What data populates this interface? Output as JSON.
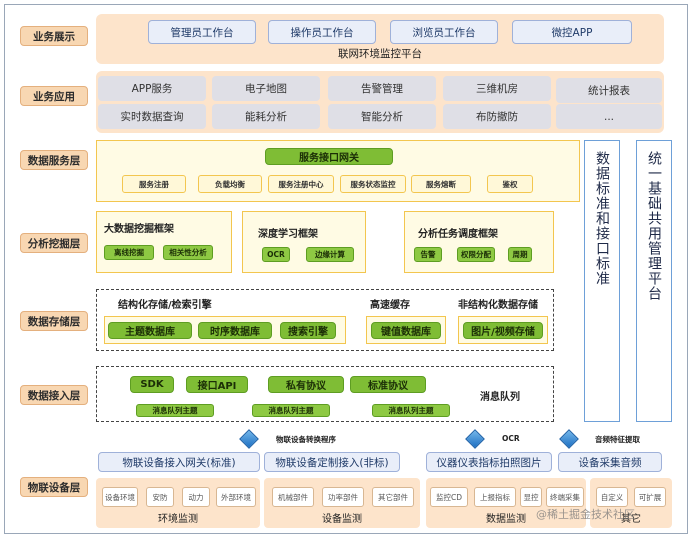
{
  "layers": {
    "business_display": "业务展示",
    "business_app": "业务应用",
    "data_service": "数据服务层",
    "analysis": "分析挖掘层",
    "storage": "数据存储层",
    "access": "数据接入层",
    "iot": "物联设备层"
  },
  "display": {
    "items": [
      "管理员工作台",
      "操作员工作台",
      "浏览员工作台",
      "微控APP"
    ],
    "platform": "联网环境监控平台"
  },
  "apps": {
    "row1": [
      "APP服务",
      "电子地图",
      "告警管理",
      "三维机房",
      "统计报表"
    ],
    "row2": [
      "实时数据查询",
      "能耗分析",
      "智能分析",
      "布防撤防",
      "..."
    ]
  },
  "service": {
    "gateway": "服务接口网关",
    "items": [
      "服务注册",
      "负载均衡",
      "服务注册中心",
      "服务状态监控",
      "服务熔断",
      "鉴权"
    ]
  },
  "analysis": {
    "bigdata": {
      "title": "大数据挖掘框架",
      "items": [
        "离线挖掘",
        "相关性分析"
      ]
    },
    "deep": {
      "title": "深度学习框架",
      "items": [
        "OCR",
        "边缘计算"
      ]
    },
    "task": {
      "title": "分析任务调度框架",
      "items": [
        "告警",
        "权限分配",
        "周期"
      ]
    }
  },
  "storage": {
    "structured_title": "结构化存储/检索引擎",
    "structured_items": [
      "主题数据库",
      "时序数据库",
      "搜索引擎"
    ],
    "cache_title": "高速缓存",
    "cache_item": "键值数据库",
    "unstructured_title": "非结构化数据存储",
    "unstructured_item": "图片/视频存储"
  },
  "access": {
    "items": [
      "SDK",
      "接口API",
      "私有协议",
      "标准协议"
    ],
    "queues": [
      "消息队列主题",
      "消息队列主题",
      "消息队列主题"
    ],
    "queue_label": "消息队列"
  },
  "side": {
    "standard": "数据标准和接口标准",
    "platform": "统一基础共用管理平台"
  },
  "iot": {
    "notes": [
      "物联设备转换程序",
      "OCR",
      "音频特征提取"
    ],
    "gateways": [
      "物联设备接入网关(标准)",
      "物联设备定制接入(非标)",
      "仪器仪表指标拍照图片",
      "设备采集音频"
    ],
    "env": {
      "items": [
        "设备环境",
        "安防",
        "动力",
        "外部环境"
      ],
      "label": "环境监测"
    },
    "dev": {
      "items": [
        "机械部件",
        "功率部件",
        "其它部件"
      ],
      "label": "设备监测"
    },
    "data": {
      "items": [
        "监控CD",
        "上报指标",
        "显控",
        "终端采集"
      ],
      "label": "数据监测"
    },
    "other": {
      "items": [
        "自定义",
        "可扩展"
      ],
      "label": "其它"
    }
  },
  "watermark": "@稀土掘金技术社区"
}
